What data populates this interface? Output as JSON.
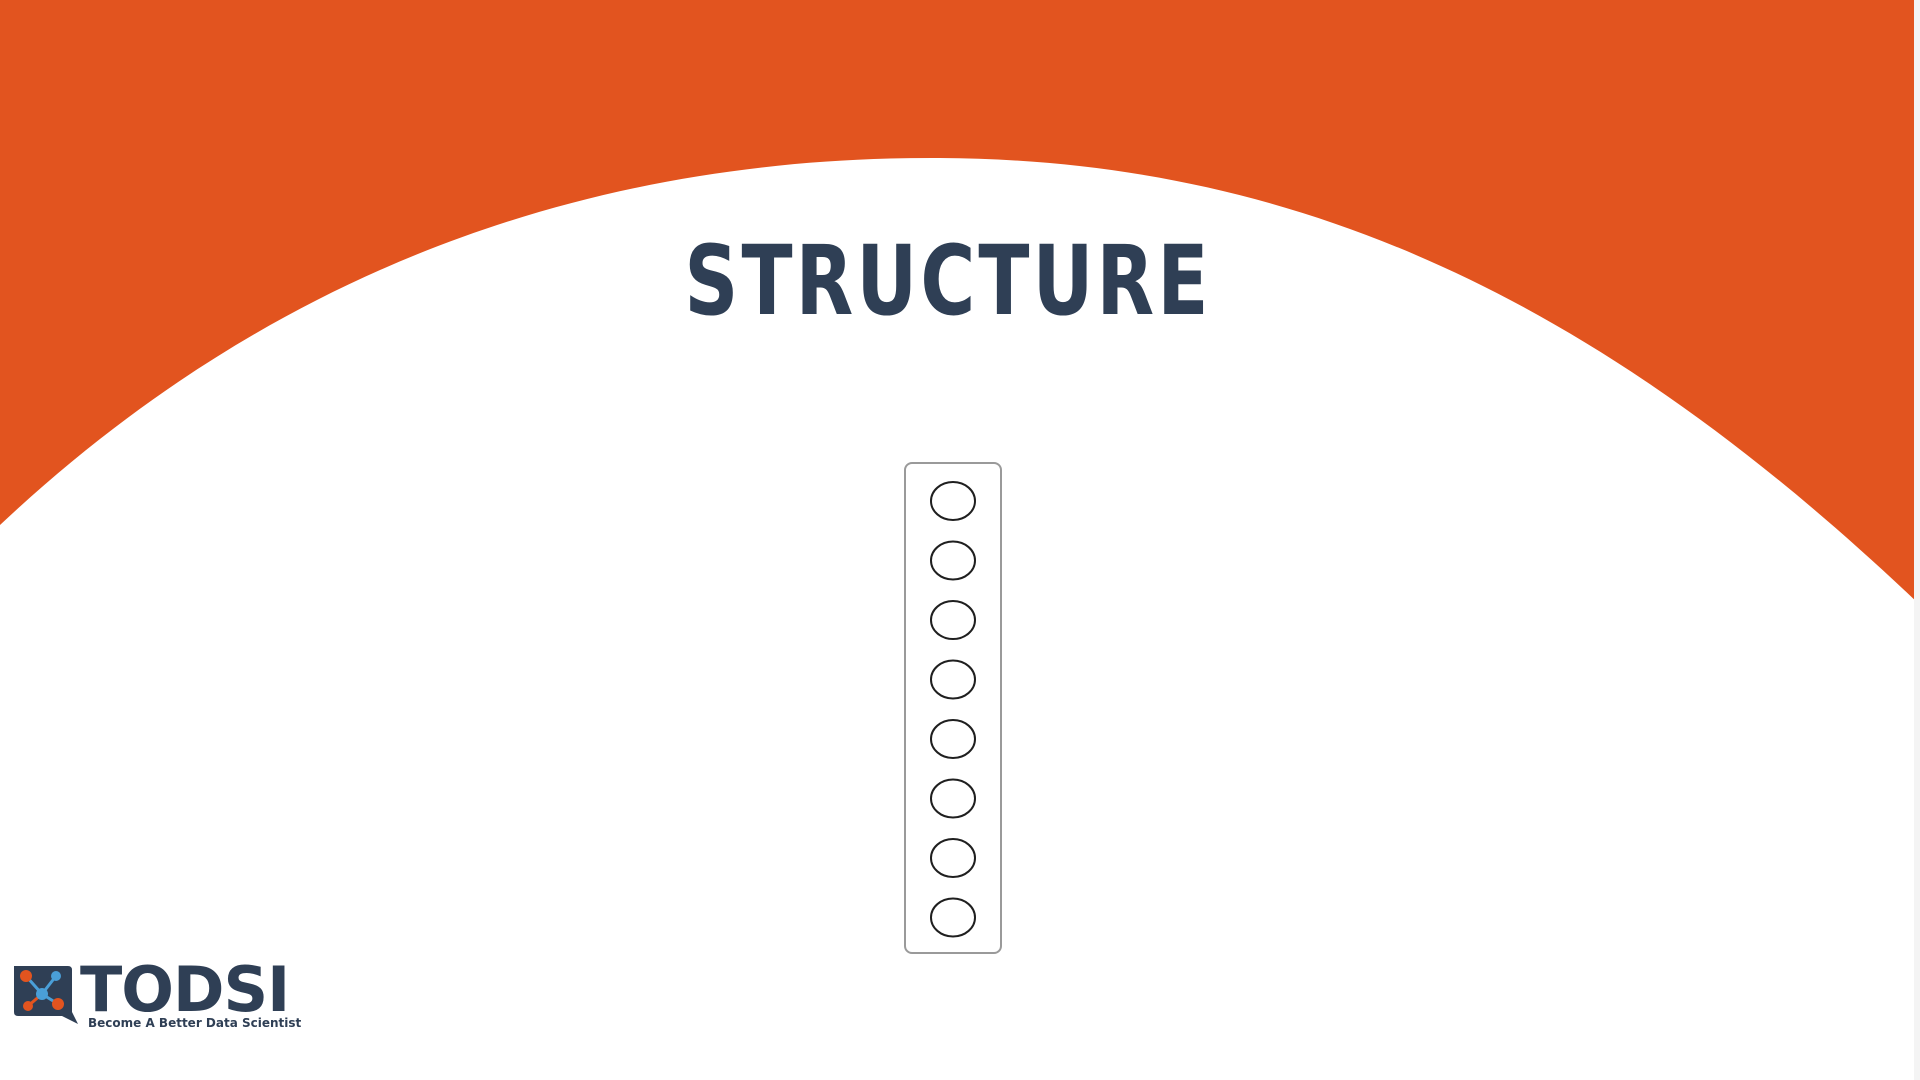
{
  "slide": {
    "title": "STRUCTURE",
    "accent_color": "#e2541f",
    "text_color": "#2f3f55"
  },
  "diagram": {
    "layer": {
      "node_count": 8
    }
  },
  "logo": {
    "name": "TODSI",
    "tagline": "Become A Better Data Scientist",
    "icon": "network-speech-bubble-icon"
  }
}
